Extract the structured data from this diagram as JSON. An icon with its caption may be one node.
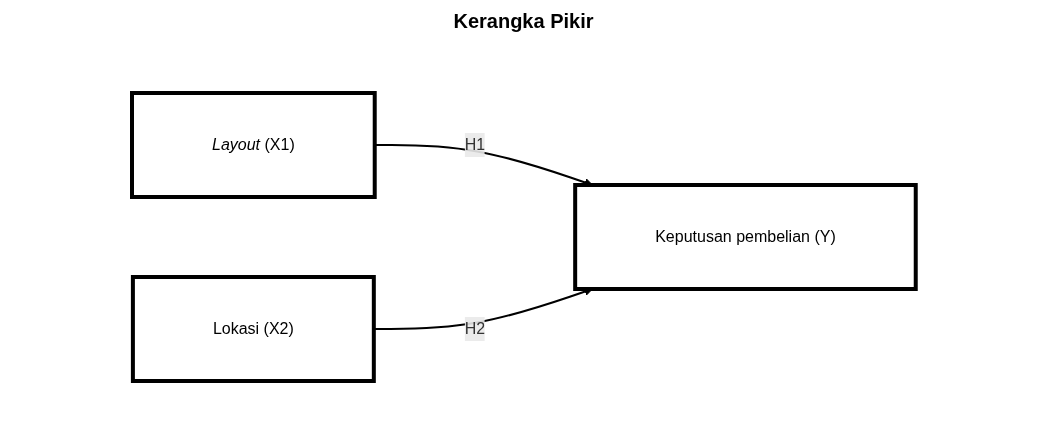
{
  "diagram": {
    "title": "Kerangka Pikir",
    "nodes": [
      {
        "text": [
          "*Layout* (X1)"
        ]
      },
      {
        "text": [
          "Lokasi (X2)"
        ]
      },
      {
        "text": [
          "Keputusan pembelian (Y)"
        ]
      }
    ],
    "edges": [
      {
        "from": 0,
        "to": 2,
        "arrow": "to",
        "label": "H1"
      },
      {
        "from": 1,
        "to": 2,
        "arrow": "to",
        "label": "H2"
      }
    ]
  }
}
